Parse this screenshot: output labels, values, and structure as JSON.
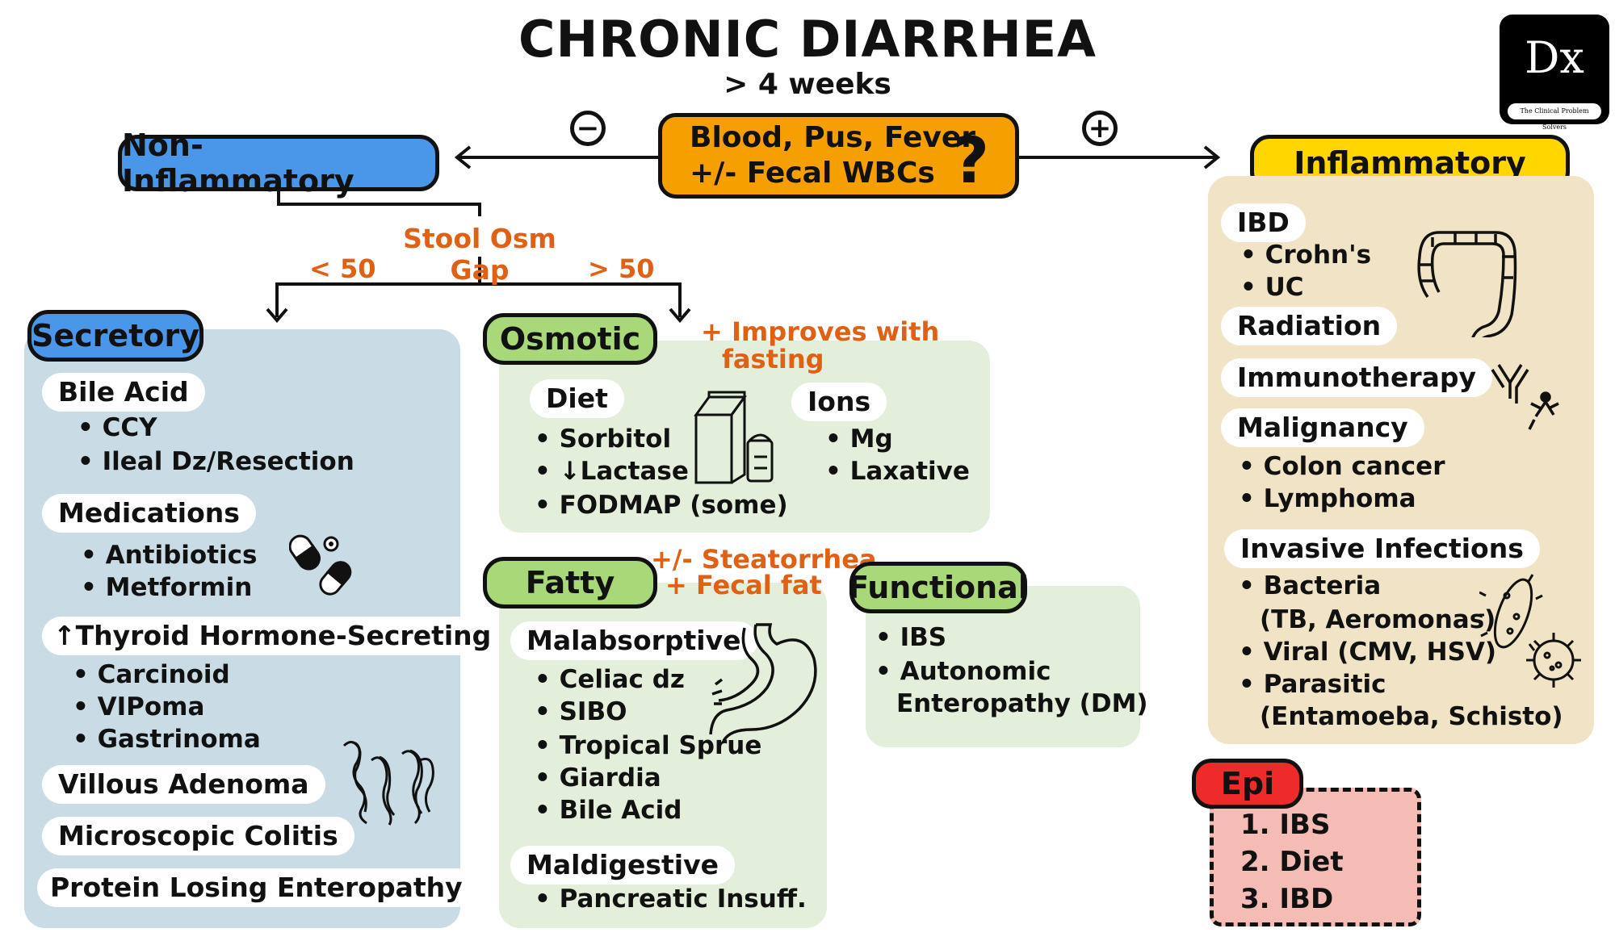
{
  "title": "CHRONIC DIARRHEA",
  "subtitle": "> 4 weeks",
  "logo": {
    "text": "Dx",
    "tagline": "The Clinical Problem Solvers"
  },
  "question": {
    "line1": "Blood, Pus, Fever",
    "line2": "+/- Fecal WBCs",
    "mark": "?"
  },
  "negative_sign": "−",
  "positive_sign": "+",
  "non_inflammatory": "Non-Inflammatory",
  "inflammatory": "Inflammatory",
  "osm_gap": {
    "label": "Stool Osm Gap",
    "low": "< 50",
    "high": "> 50"
  },
  "secretory": {
    "title": "Secretory",
    "bile_acid": "Bile Acid",
    "bile_items": [
      "CCY",
      "Ileal Dz/Resection"
    ],
    "medications": "Medications",
    "med_items": [
      "Antibiotics",
      "Metformin"
    ],
    "hormone": "↑Thyroid Hormone-Secreting",
    "hormone_items": [
      "Carcinoid",
      "VIPoma",
      "Gastrinoma"
    ],
    "villous": "Villous Adenoma",
    "microscopic": "Microscopic Colitis",
    "protein": "Protein Losing Enteropathy"
  },
  "osmotic": {
    "title": "Osmotic",
    "note1": "+ Improves with",
    "note2": "fasting",
    "diet": "Diet",
    "diet_items": [
      "Sorbitol",
      "↓Lactase",
      "FODMAP (some)"
    ],
    "ions": "Ions",
    "ion_items": [
      "Mg",
      "Laxative"
    ]
  },
  "fatty": {
    "title": "Fatty",
    "note1": "+/- Steatorrhea",
    "note2": "+ Fecal fat",
    "malabsorptive": "Malabsorptive",
    "mal_items": [
      "Celiac dz",
      "SIBO",
      "Tropical Sprue",
      "Giardia",
      "Bile Acid"
    ],
    "maldigestive": "Maldigestive",
    "maldig_items": [
      "Pancreatic Insuff."
    ]
  },
  "functional": {
    "title": "Functional",
    "items": [
      "IBS",
      "Autonomic",
      "Enteropathy (DM)"
    ]
  },
  "inflam": {
    "ibd": "IBD",
    "ibd_items": [
      "Crohn's",
      "UC"
    ],
    "radiation": "Radiation",
    "immunotherapy": "Immunotherapy",
    "malignancy": "Malignancy",
    "malig_items": [
      "Colon cancer",
      "Lymphoma"
    ],
    "invasive": "Invasive Infections",
    "inf_items": [
      "Bacteria",
      "(TB, Aeromonas)",
      "Viral (CMV, HSV)",
      "Parasitic",
      "(Entamoeba, Schisto)"
    ]
  },
  "epi": {
    "title": "Epi",
    "items": [
      "1. IBS",
      "2. Diet",
      "3. IBD"
    ]
  },
  "colors": {
    "blue": "#4a96e8",
    "orange": "#f5a000",
    "yellow": "#ffd600",
    "green": "#a8d878",
    "secretory_bg": "#c9dce6",
    "osmotic_bg": "#e3eedb",
    "inflam_bg": "#f1e3c6",
    "epi_bg": "#f5bcb5",
    "epi_red": "#ee2a2a",
    "note_orange": "#e06014"
  }
}
